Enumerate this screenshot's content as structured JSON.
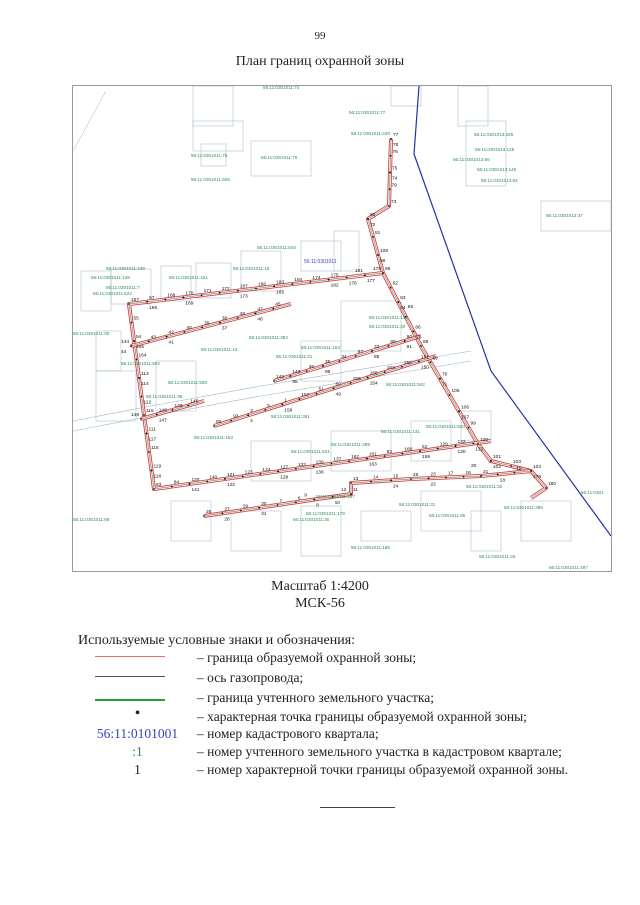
{
  "page_number": "99",
  "title": "План границ охранной зоны",
  "map": {
    "colors": {
      "zone": "#d9342b",
      "axis": "#555555",
      "parcel": "#9ab6c8",
      "quarter_line": "#2233aa",
      "parcel_label": "#2e8b57",
      "quarter_label": "#3344bb"
    },
    "quarter_label": "56:11:0301011",
    "parcel_labels": [
      "56:11:0301011:74",
      "56:11:0301011:77",
      "56:11:0301011:438",
      "56:11:0301011:75",
      "56:11:0301011:76",
      "56:11:0301011:506",
      "56:11:0301013:165",
      "56:11:0301013:125",
      "56:11:0301013:66",
      "56:11:0301013:146",
      "56:11:0301013:64",
      "56:11:0301013:37",
      "56:11:0301011:544",
      "56:11:0301011:139",
      "56:11:0301011:138",
      "56:11:0301011:421",
      "56:11:0301011:15",
      "56:11:0301011:7",
      "56:11:0301011:522",
      "56:11:0301011:145",
      "56:11:0301011:20",
      "56:11:0301011:90",
      "56:11:0301011:382",
      "56:11:0301011:13",
      "56:11:0301011:163",
      "56:11:0301011:21",
      "56:11:0301011:592",
      "56:11:0301011:505",
      "56:11:0301011:542",
      "56:11:0301011:35",
      "56:11:0301011:391",
      "56:11:0301011:533",
      "56:11:0301011:153",
      "56:11:0301011:131",
      "56:11:0301011:489",
      "56:11:0301011:531",
      "56:11:0301011:32",
      "56:11:0301011:187",
      "56:11:0301011:179",
      "56:11:0301011:30",
      "56:11:0301011:31",
      "56:11:0301011:85",
      "56:11:0301011:396",
      "56:11:0301011:68",
      "56:11:0301011:186",
      "56:11:0301011:46",
      "56:11:0301011:497",
      "56:11:0301"
    ],
    "point_labels": [
      "77",
      "78",
      "76",
      "75",
      "74",
      "79",
      "73",
      "80",
      "72",
      "81",
      "108",
      "58",
      "96",
      "62",
      "63",
      "64",
      "65",
      "66",
      "67",
      "68",
      "69",
      "70",
      "71",
      "105",
      "106",
      "107",
      "99",
      "100",
      "101",
      "102",
      "103",
      "104",
      "179",
      "180",
      "178",
      "177",
      "181",
      "176",
      "175",
      "182",
      "174",
      "184",
      "183",
      "185",
      "186",
      "187",
      "173",
      "172",
      "171",
      "170",
      "169",
      "168",
      "57",
      "166",
      "167",
      "55",
      "54",
      "165",
      "164",
      "113",
      "114",
      "112",
      "115",
      "111",
      "117",
      "116",
      "119",
      "118",
      "83",
      "84",
      "120",
      "141",
      "140",
      "121",
      "122",
      "123",
      "124",
      "127",
      "128",
      "133",
      "139",
      "138",
      "137",
      "162",
      "161",
      "163",
      "53",
      "160",
      "52",
      "159",
      "129",
      "132",
      "130",
      "131",
      "142",
      "143",
      "85",
      "36",
      "35",
      "86",
      "34",
      "87",
      "33",
      "88",
      "89",
      "90",
      "91",
      "92",
      "93",
      "3",
      "4",
      "5",
      "1",
      "158",
      "157",
      "51",
      "50",
      "49",
      "156",
      "155",
      "154",
      "153",
      "152",
      "151",
      "150",
      "149",
      "148",
      "147",
      "146",
      "145",
      "144",
      "44",
      "43",
      "42",
      "41",
      "40",
      "39",
      "38",
      "37",
      "48",
      "47",
      "46",
      "45",
      "26",
      "27",
      "28",
      "29",
      "30",
      "31",
      "7",
      "6",
      "8",
      "9",
      "10",
      "11",
      "12",
      "13",
      "14",
      "15",
      "24",
      "25",
      "23",
      "22",
      "17",
      "16",
      "21",
      "20",
      "18",
      "19"
    ]
  },
  "scale": "Масштаб 1:4200",
  "crs": "МСК-56",
  "legend": {
    "heading": "Используемые условные знаки и обозначения:",
    "items": [
      {
        "symbol": "",
        "text": "– граница образуемой охранной зоны;",
        "color": "#e0735f"
      },
      {
        "symbol": "",
        "text": "– ось газопровода;",
        "color": "#555555"
      },
      {
        "symbol": "",
        "text": "– граница учтенного земельного участка;",
        "color": "#2e9a3a"
      },
      {
        "symbol": "•",
        "text": "– характерная точка границы образуемой охранной зоны;"
      },
      {
        "symbol": "56:11:0101001",
        "text": "– номер кадастрового квартала;",
        "color": "#3344bb"
      },
      {
        "symbol": ":1",
        "text": "– номер учтенного земельного участка  в кадастровом квартале;",
        "color": "#2e8b57"
      },
      {
        "symbol": "1",
        "text": "– номер характерной точки границы образуемой охранной зоны."
      }
    ]
  }
}
